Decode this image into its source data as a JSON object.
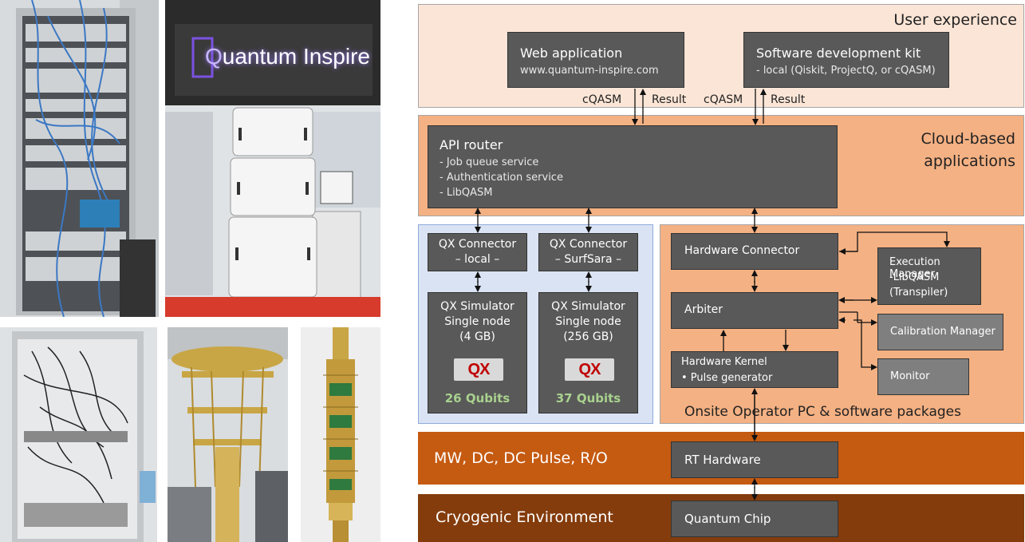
{
  "photos": {
    "sign_text": "Quantum Inspire",
    "sign_initial": "Q",
    "sign_rest": "uantum Inspire"
  },
  "diagram": {
    "layers": {
      "user_experience": "User experience",
      "cloud_line1": "Cloud-based",
      "cloud_line2": "applications",
      "onsite": "Onsite Operator PC & software packages",
      "mw": "MW, DC, DC Pulse, R/O",
      "cryo": "Cryogenic Environment"
    },
    "web_app": {
      "title": "Web application",
      "url": "www.quantum-inspire.com"
    },
    "sdk": {
      "title": "Software development kit",
      "sub": "- local (Qiskit, ProjectQ, or cQASM)"
    },
    "io": {
      "cqasm": "cQASM",
      "result": "Result"
    },
    "api_router": {
      "title": "API router",
      "items": [
        "-  Job queue service",
        "-  Authentication service",
        "-  LibQASM"
      ]
    },
    "qx_local": {
      "line1": "QX Connector",
      "line2": "– local –"
    },
    "qx_surfsara": {
      "line1": "QX Connector",
      "line2": "– SurfSara –"
    },
    "sim_4gb": {
      "line1": "QX Simulator",
      "line2": "Single node",
      "line3": "(4 GB)",
      "qubits": "26 Qubits",
      "logo": "QX"
    },
    "sim_256gb": {
      "line1": "QX Simulator",
      "line2": "Single node",
      "line3": "(256 GB)",
      "qubits": "37 Qubits",
      "logo": "QX"
    },
    "hardware_connector": "Hardware Connector",
    "arbiter": "Arbiter",
    "hardware_kernel": {
      "title": "Hardware Kernel",
      "item": "•  Pulse generator"
    },
    "execution_manager": {
      "line1": "Execution Manager",
      "line2": "-LibQASM",
      "line3": "(Transpiler)"
    },
    "calibration_manager": "Calibration Manager",
    "monitor": "Monitor",
    "rt_hardware": "RT Hardware",
    "quantum_chip": "Quantum Chip"
  }
}
